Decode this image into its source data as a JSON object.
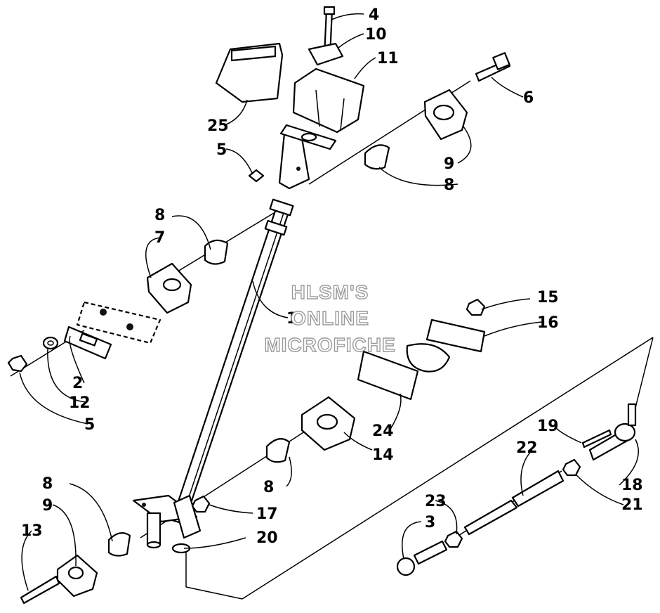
{
  "watermark": {
    "line1": "HLSM'S",
    "line2": "ONLINE",
    "line3": "MICROFICHE"
  },
  "callouts": [
    {
      "id": "c4",
      "text": "4"
    },
    {
      "id": "c10",
      "text": "10"
    },
    {
      "id": "c11",
      "text": "11"
    },
    {
      "id": "c25",
      "text": "25"
    },
    {
      "id": "c6",
      "text": "6"
    },
    {
      "id": "c5a",
      "text": "5"
    },
    {
      "id": "c9a",
      "text": "9"
    },
    {
      "id": "c8a",
      "text": "8"
    },
    {
      "id": "c8b",
      "text": "8"
    },
    {
      "id": "c7",
      "text": "7"
    },
    {
      "id": "c1",
      "text": "1"
    },
    {
      "id": "c15",
      "text": "15"
    },
    {
      "id": "c16",
      "text": "16"
    },
    {
      "id": "c2",
      "text": "2"
    },
    {
      "id": "c12",
      "text": "12"
    },
    {
      "id": "c5b",
      "text": "5"
    },
    {
      "id": "c24",
      "text": "24"
    },
    {
      "id": "c14",
      "text": "14"
    },
    {
      "id": "c19",
      "text": "19"
    },
    {
      "id": "c22",
      "text": "22"
    },
    {
      "id": "c18",
      "text": "18"
    },
    {
      "id": "c8c",
      "text": "8"
    },
    {
      "id": "c21",
      "text": "21"
    },
    {
      "id": "c17",
      "text": "17"
    },
    {
      "id": "c23",
      "text": "23"
    },
    {
      "id": "c8d",
      "text": "8"
    },
    {
      "id": "c9b",
      "text": "9"
    },
    {
      "id": "c3",
      "text": "3"
    },
    {
      "id": "c20",
      "text": "20"
    },
    {
      "id": "c13",
      "text": "13"
    }
  ]
}
